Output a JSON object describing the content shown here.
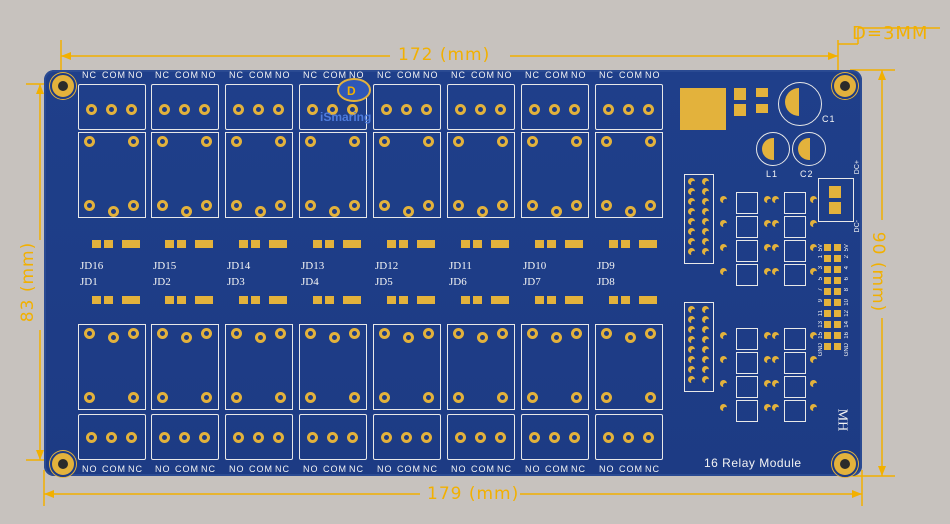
{
  "dimensions": {
    "top_width": "172 (mm)",
    "bottom_width": "179 (mm)",
    "left_height": "83 (mm)",
    "right_height": "90 (mm)",
    "hole_diameter": "D=3MM"
  },
  "watermark": {
    "text": "iSmaring"
  },
  "board_label": "16 Relay Module",
  "board_mark": "MH",
  "terminal_labels": {
    "no": "NO",
    "com": "COM",
    "nc": "NC"
  },
  "top_relays": [
    "JD16",
    "JD15",
    "JD14",
    "JD13",
    "JD12",
    "JD11",
    "JD10",
    "JD9"
  ],
  "bottom_relays": [
    "JD1",
    "JD2",
    "JD3",
    "JD4",
    "JD5",
    "JD6",
    "JD7",
    "JD8"
  ],
  "components": {
    "c1": "C1",
    "c2": "C2",
    "l1": "L1",
    "dc_label": "DC+",
    "dc_minus": "DC-"
  },
  "pin_header_labels": [
    "5V",
    "1",
    "3",
    "5",
    "7",
    "9",
    "11",
    "13",
    "15",
    "GND"
  ],
  "pin_header_labels2": [
    "5V",
    "2",
    "4",
    "6",
    "8",
    "10",
    "12",
    "14",
    "16",
    "GND"
  ],
  "colors": {
    "board": "#1d3b84",
    "pad": "#e3b23c",
    "silk": "#e8e8e8",
    "dimension": "#f2b000"
  }
}
